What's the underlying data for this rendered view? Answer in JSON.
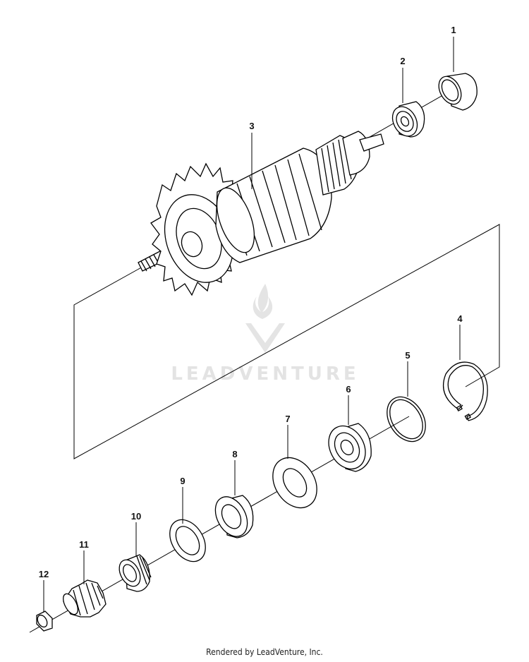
{
  "diagram": {
    "watermark_text": "LEADVENTURE",
    "footer": "Rendered by LeadVenture, Inc.",
    "parts": [
      {
        "num": "1",
        "name": "end-cap"
      },
      {
        "num": "2",
        "name": "ball-bearing-small"
      },
      {
        "num": "3",
        "name": "armature"
      },
      {
        "num": "4",
        "name": "retaining-ring"
      },
      {
        "num": "5",
        "name": "o-ring"
      },
      {
        "num": "6",
        "name": "ball-bearing"
      },
      {
        "num": "7",
        "name": "washer"
      },
      {
        "num": "8",
        "name": "bearing-sleeve"
      },
      {
        "num": "9",
        "name": "flat-washer"
      },
      {
        "num": "10",
        "name": "threaded-bushing"
      },
      {
        "num": "11",
        "name": "pinion-gear"
      },
      {
        "num": "12",
        "name": "nut"
      }
    ]
  }
}
